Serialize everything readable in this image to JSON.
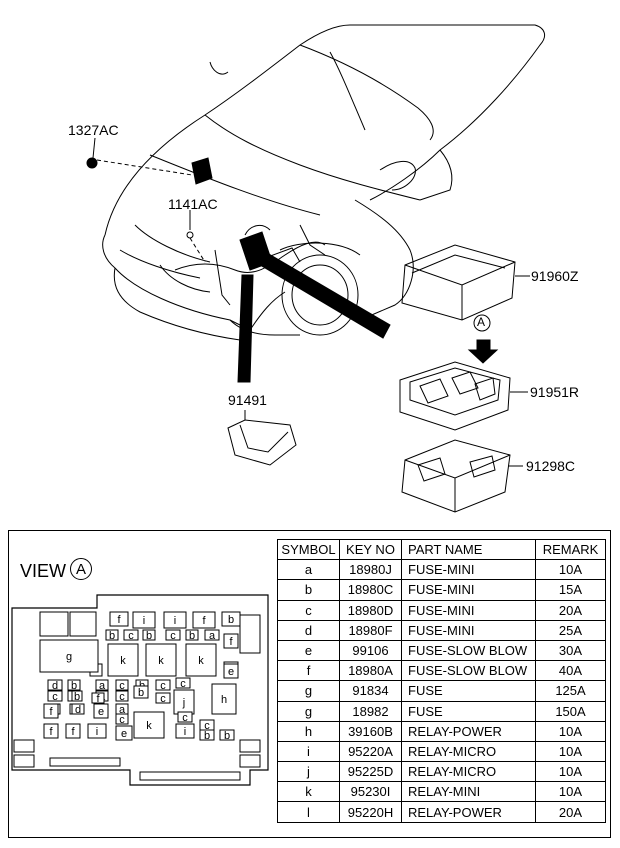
{
  "callouts": {
    "c1327ac": "1327AC",
    "c1141ac": "1141AC",
    "c91960z": "91960Z",
    "c91951r": "91951R",
    "c91491": "91491",
    "c91298c": "91298C",
    "detail_marker": "A"
  },
  "view": {
    "label": "VIEW",
    "marker": "A",
    "cells": [
      "f",
      "i",
      "i",
      "f",
      "b",
      "b",
      "c",
      "b",
      "c",
      "b",
      "a",
      "f",
      "e",
      "g",
      "k",
      "k",
      "k",
      "d",
      "b",
      "c",
      "a",
      "a",
      "a",
      "c",
      "c",
      "b",
      "c",
      "c",
      "a",
      "d",
      "b",
      "c",
      "b",
      "f",
      "e",
      "i",
      "f",
      "e",
      "f",
      "d",
      "b",
      "f",
      "c",
      "a",
      "c",
      "h",
      "j",
      "f",
      "e",
      "k",
      "c",
      "d",
      "f",
      "i",
      "i",
      "c",
      "b",
      "b"
    ]
  },
  "table": {
    "headers": [
      "SYMBOL",
      "KEY NO",
      "PART NAME",
      "REMARK"
    ],
    "rows": [
      [
        "a",
        "18980J",
        "FUSE-MINI",
        "10A"
      ],
      [
        "b",
        "18980C",
        "FUSE-MINI",
        "15A"
      ],
      [
        "c",
        "18980D",
        "FUSE-MINI",
        "20A"
      ],
      [
        "d",
        "18980F",
        "FUSE-MINI",
        "25A"
      ],
      [
        "e",
        "99106",
        "FUSE-SLOW BLOW",
        "30A"
      ],
      [
        "f",
        "18980A",
        "FUSE-SLOW BLOW",
        "40A"
      ],
      [
        "g",
        "91834",
        "FUSE",
        "125A"
      ],
      [
        "g",
        "18982",
        "FUSE",
        "150A"
      ],
      [
        "h",
        "39160B",
        "RELAY-POWER",
        "10A"
      ],
      [
        "i",
        "95220A",
        "RELAY-MICRO",
        "10A"
      ],
      [
        "j",
        "95225D",
        "RELAY-MICRO",
        "10A"
      ],
      [
        "k",
        "95230I",
        "RELAY-MINI",
        "10A"
      ],
      [
        "l",
        "95220H",
        "RELAY-POWER",
        "20A"
      ]
    ]
  }
}
